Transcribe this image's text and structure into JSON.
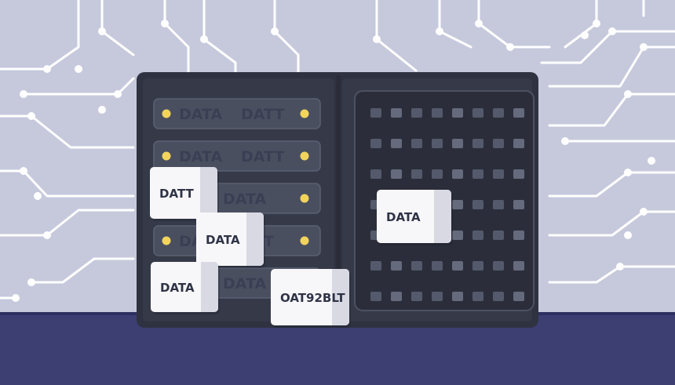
{
  "colors": {
    "background": "#c6c9dc",
    "circuit": "#ffffff",
    "floor": "#3d3f73",
    "server_body": "#363a48",
    "slot": "#4a4f60",
    "led": "#f2d45c",
    "card": "#f7f7f9",
    "card_shadow": "#d8d9e2",
    "grid_cell": "#5b6072"
  },
  "server": {
    "slots": [
      {
        "left": "DATA",
        "right": "DATT"
      },
      {
        "left": "DATA",
        "right": "DATT"
      },
      {
        "left": "",
        "right": "DATA"
      },
      {
        "left": "DA",
        "right": "T"
      },
      {
        "left": "",
        "right": "DATA"
      }
    ]
  },
  "cards": [
    {
      "text": "DATT"
    },
    {
      "text": "DATA"
    },
    {
      "text": "DATA"
    },
    {
      "text": "OAT92BLT"
    },
    {
      "text": "DATA"
    }
  ]
}
